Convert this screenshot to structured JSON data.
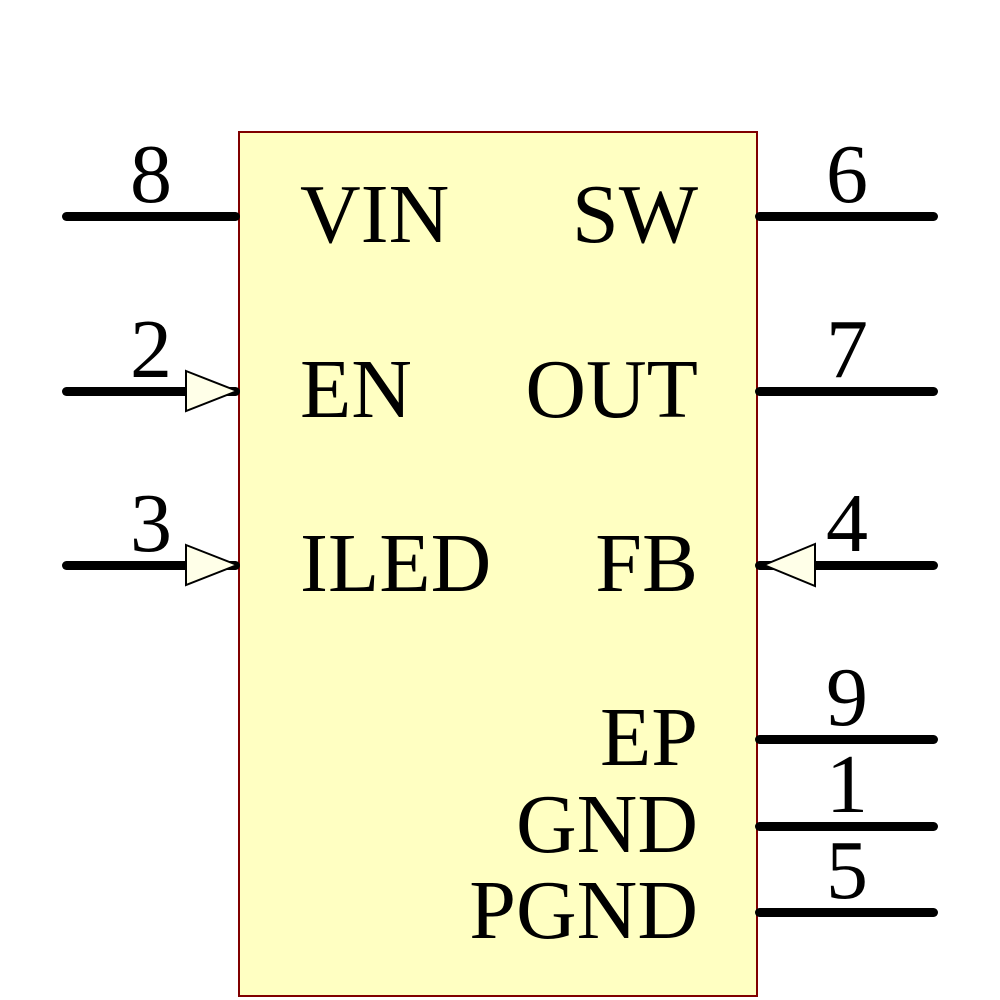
{
  "diagram": {
    "type": "schematic-ic-symbol",
    "component_fill": "#FFFFC2",
    "component_border": "#800000",
    "arrow_fill": "#FFFFE8",
    "wire_color": "#000000",
    "text_color": "#000000",
    "pins": {
      "vin": {
        "number": "8",
        "label": "VIN",
        "side": "left",
        "arrow": "none"
      },
      "en": {
        "number": "2",
        "label": "EN",
        "side": "left",
        "arrow": "input-right"
      },
      "iled": {
        "number": "3",
        "label": "ILED",
        "side": "left",
        "arrow": "input-right"
      },
      "sw": {
        "number": "6",
        "label": "SW",
        "side": "right",
        "arrow": "none"
      },
      "out": {
        "number": "7",
        "label": "OUT",
        "side": "right",
        "arrow": "none"
      },
      "fb": {
        "number": "4",
        "label": "FB",
        "side": "right",
        "arrow": "input-left"
      },
      "ep": {
        "number": "9",
        "label": "EP",
        "side": "right",
        "arrow": "none"
      },
      "gnd": {
        "number": "1",
        "label": "GND",
        "side": "right",
        "arrow": "none"
      },
      "pgnd": {
        "number": "5",
        "label": "PGND",
        "side": "right",
        "arrow": "none"
      }
    }
  }
}
